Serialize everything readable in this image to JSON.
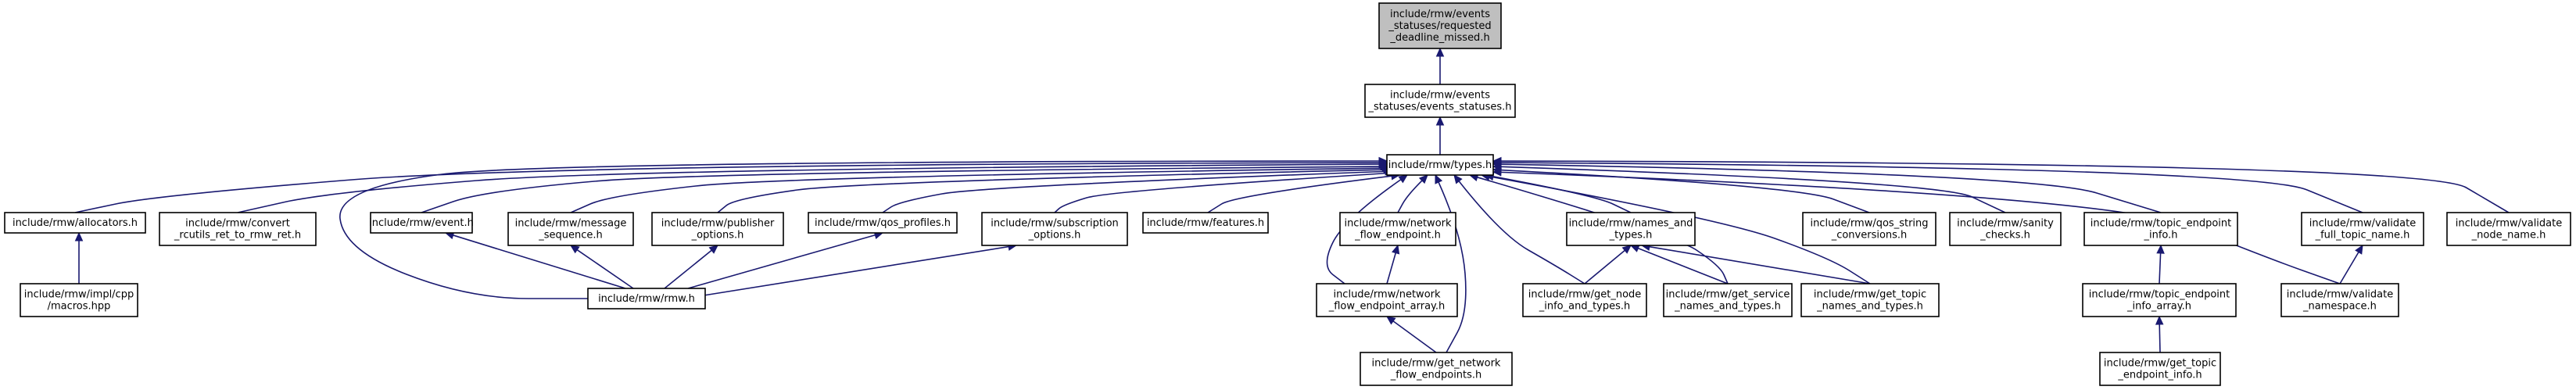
{
  "graph": {
    "colors": {
      "edge": "#191970",
      "root_fill": "#bfbfbf",
      "node_fill": "#ffffff",
      "border": "#000000"
    },
    "nodes": [
      {
        "id": "deadline",
        "lines": [
          "include/rmw/events",
          "_statuses/requested",
          "_deadline_missed.h"
        ],
        "root": true
      },
      {
        "id": "events_statuses",
        "lines": [
          "include/rmw/events",
          "_statuses/events_statuses.h"
        ]
      },
      {
        "id": "types",
        "lines": [
          "include/rmw/types.h"
        ]
      },
      {
        "id": "allocators",
        "lines": [
          "include/rmw/allocators.h"
        ]
      },
      {
        "id": "convert",
        "lines": [
          "include/rmw/convert",
          "_rcutils_ret_to_rmw_ret.h"
        ]
      },
      {
        "id": "event",
        "lines": [
          "include/rmw/event.h"
        ]
      },
      {
        "id": "message_sequence",
        "lines": [
          "include/rmw/message",
          "_sequence.h"
        ]
      },
      {
        "id": "publisher_options",
        "lines": [
          "include/rmw/publisher",
          "_options.h"
        ]
      },
      {
        "id": "qos_profiles",
        "lines": [
          "include/rmw/qos_profiles.h"
        ]
      },
      {
        "id": "subscription_options",
        "lines": [
          "include/rmw/subscription",
          "_options.h"
        ]
      },
      {
        "id": "features",
        "lines": [
          "include/rmw/features.h"
        ]
      },
      {
        "id": "network_flow_endpoint",
        "lines": [
          "include/rmw/network",
          "_flow_endpoint.h"
        ]
      },
      {
        "id": "names_and_types",
        "lines": [
          "include/rmw/names_and",
          "_types.h"
        ]
      },
      {
        "id": "qos_string",
        "lines": [
          "include/rmw/qos_string",
          "_conversions.h"
        ]
      },
      {
        "id": "sanity",
        "lines": [
          "include/rmw/sanity",
          "_checks.h"
        ]
      },
      {
        "id": "topic_endpoint_info",
        "lines": [
          "include/rmw/topic_endpoint",
          "_info.h"
        ]
      },
      {
        "id": "validate_full_topic",
        "lines": [
          "include/rmw/validate",
          "_full_topic_name.h"
        ]
      },
      {
        "id": "validate_node_name",
        "lines": [
          "include/rmw/validate",
          "_node_name.h"
        ]
      },
      {
        "id": "macros",
        "lines": [
          "include/rmw/impl/cpp",
          "/macros.hpp"
        ]
      },
      {
        "id": "rmw",
        "lines": [
          "include/rmw/rmw.h"
        ]
      },
      {
        "id": "nfe_array",
        "lines": [
          "include/rmw/network",
          "_flow_endpoint_array.h"
        ]
      },
      {
        "id": "get_node_info",
        "lines": [
          "include/rmw/get_node",
          "_info_and_types.h"
        ]
      },
      {
        "id": "get_service",
        "lines": [
          "include/rmw/get_service",
          "_names_and_types.h"
        ]
      },
      {
        "id": "get_topic_names",
        "lines": [
          "include/rmw/get_topic",
          "_names_and_types.h"
        ]
      },
      {
        "id": "te_info_array",
        "lines": [
          "include/rmw/topic_endpoint",
          "_info_array.h"
        ]
      },
      {
        "id": "validate_namespace",
        "lines": [
          "include/rmw/validate",
          "_namespace.h"
        ]
      },
      {
        "id": "get_network_flow",
        "lines": [
          "include/rmw/get_network",
          "_flow_endpoints.h"
        ]
      },
      {
        "id": "get_topic_endpoint",
        "lines": [
          "include/rmw/get_topic",
          "_endpoint_info.h"
        ]
      }
    ],
    "edges": [
      [
        "deadline",
        "events_statuses"
      ],
      [
        "events_statuses",
        "types"
      ],
      [
        "types",
        "allocators"
      ],
      [
        "types",
        "convert"
      ],
      [
        "types",
        "event"
      ],
      [
        "types",
        "message_sequence"
      ],
      [
        "types",
        "publisher_options"
      ],
      [
        "types",
        "qos_profiles"
      ],
      [
        "types",
        "subscription_options"
      ],
      [
        "types",
        "features"
      ],
      [
        "types",
        "network_flow_endpoint"
      ],
      [
        "types",
        "names_and_types"
      ],
      [
        "types",
        "qos_string"
      ],
      [
        "types",
        "sanity"
      ],
      [
        "types",
        "topic_endpoint_info"
      ],
      [
        "types",
        "validate_full_topic"
      ],
      [
        "types",
        "validate_node_name"
      ],
      [
        "types",
        "rmw"
      ],
      [
        "types",
        "nfe_array"
      ],
      [
        "types",
        "get_network_flow"
      ],
      [
        "types",
        "get_node_info"
      ],
      [
        "types",
        "get_service"
      ],
      [
        "types",
        "get_topic_names"
      ],
      [
        "types",
        "validate_namespace"
      ],
      [
        "allocators",
        "macros"
      ],
      [
        "event",
        "rmw"
      ],
      [
        "message_sequence",
        "rmw"
      ],
      [
        "publisher_options",
        "rmw"
      ],
      [
        "qos_profiles",
        "rmw"
      ],
      [
        "subscription_options",
        "rmw"
      ],
      [
        "network_flow_endpoint",
        "nfe_array"
      ],
      [
        "nfe_array",
        "get_network_flow"
      ],
      [
        "names_and_types",
        "get_node_info"
      ],
      [
        "names_and_types",
        "get_service"
      ],
      [
        "names_and_types",
        "get_topic_names"
      ],
      [
        "topic_endpoint_info",
        "te_info_array"
      ],
      [
        "te_info_array",
        "get_topic_endpoint"
      ],
      [
        "validate_full_topic",
        "validate_namespace"
      ]
    ]
  }
}
